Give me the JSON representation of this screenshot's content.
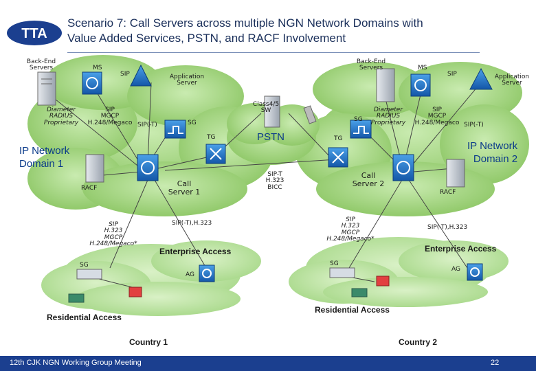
{
  "header": {
    "logo_text": "TTA",
    "title_line1": "Scenario 7: Call Servers across multiple NGN Network Domains with",
    "title_line2": "Value Added Services, PSTN, and RACF Involvement"
  },
  "colors": {
    "footer": "#1b3f8f",
    "cloud": "#9fd27a",
    "device": "#1e6fc0",
    "title": "#1a2f5a"
  },
  "domain1": {
    "label_line1": "IP Network",
    "label_line2": "Domain 1",
    "backend_line1": "Back-End",
    "backend_line2": "Servers",
    "ms": "MS",
    "sip": "SIP",
    "app_line1": "Application",
    "app_line2": "Server",
    "diameter_line1": "Diameter",
    "diameter_line2": "RADIUS",
    "diameter_line3": "Proprietary",
    "proto_line1": "SIP",
    "proto_line2": "MGCP",
    "proto_line3": "H.248/Megaco",
    "sipt": "SIP(-T)",
    "sg": "SG",
    "tg": "TG",
    "racf": "RACF",
    "cs_line1": "Call",
    "cs_line2": "Server 1",
    "access_line1": "SIP",
    "access_line2": "H.323",
    "access_line3": "MGCP",
    "access_line4": "H.248/Megaco*",
    "ent_proto": "SIP(-T),H.323",
    "enterprise": "Enterprise Access",
    "sg2": "SG",
    "ag": "AG",
    "residential": "Residential Access",
    "country": "Country 1"
  },
  "pstn": {
    "class_line1": "Class4/5",
    "class_line2": "SW",
    "label": "PSTN",
    "link_line1": "SIP-T",
    "link_line2": "H.323",
    "link_line3": "BICC"
  },
  "domain2": {
    "label_line1": "IP Network",
    "label_line2": "Domain 2",
    "backend_line1": "Back-End",
    "backend_line2": "Servers",
    "ms": "MS",
    "sip": "SIP",
    "app_line1": "Application",
    "app_line2": "Server",
    "diameter_line1": "Diameter",
    "diameter_line2": "RADIUS",
    "diameter_line3": "Proprietary",
    "proto_line1": "SIP",
    "proto_line2": "MGCP",
    "proto_line3": "H.248/Megaco",
    "sipt": "SIP(-T)",
    "sg": "SG",
    "tg": "TG",
    "racf": "RACF",
    "cs_line1": "Call",
    "cs_line2": "Server 2",
    "access_line1": "SIP",
    "access_line2": "H.323",
    "access_line3": "MGCP",
    "access_line4": "H.248/Megaco*",
    "ent_proto": "SIP(-T),H.323",
    "enterprise": "Enterprise Access",
    "sg2": "SG",
    "ag": "AG",
    "residential": "Residential Access",
    "country": "Country 2"
  },
  "footer": {
    "meeting": "12th CJK NGN Working Group Meeting",
    "page": "22"
  }
}
